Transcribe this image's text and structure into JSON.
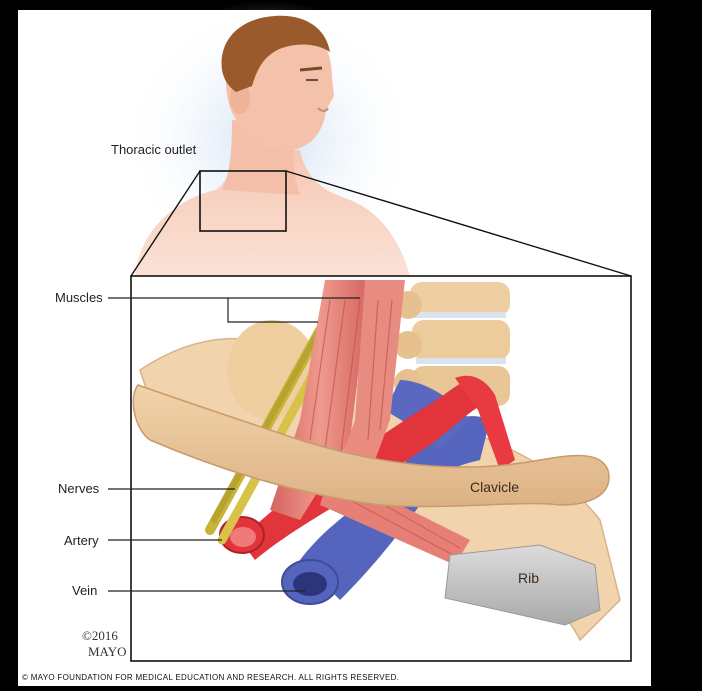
{
  "title_label": "Thoracic outlet",
  "labels": {
    "muscles": "Muscles",
    "nerves": "Nerves",
    "artery": "Artery",
    "vein": "Vein",
    "clavicle": "Clavicle",
    "rib": "Rib"
  },
  "copyright_year": "©2016",
  "copyright_org": "MAYO",
  "footer": "© MAYO FOUNDATION FOR MEDICAL EDUCATION AND RESEARCH. ALL RIGHTS RESERVED.",
  "colors": {
    "skin": "#f6c9b6",
    "hair": "#9a5a2c",
    "bone": "#ecc79a",
    "muscle": "#e07a72",
    "nerve": "#c9b43a",
    "artery": "#e2343b",
    "vein": "#4f5fb8",
    "rib_cartilage": "#c9c9c9"
  }
}
